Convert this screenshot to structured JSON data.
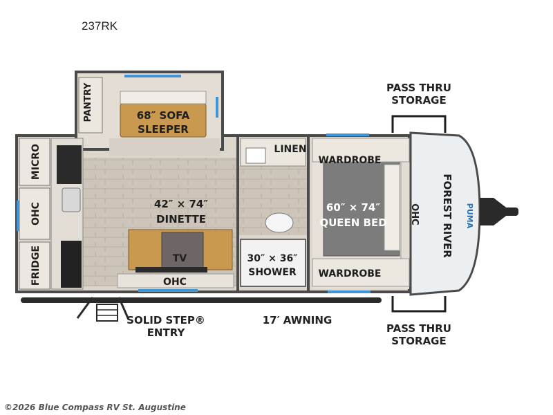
{
  "model": "237RK",
  "labels": {
    "sofa_1": "68″ SOFA",
    "sofa_2": "SLEEPER",
    "pantry": "PANTRY",
    "micro": "MICRO",
    "ohc_left": "OHC",
    "fridge": "FRIDGE",
    "dinette_1": "42″ × 74″",
    "dinette_2": "DINETTE",
    "tv": "TV",
    "ohc_bottom": "OHC",
    "linen": "LINEN",
    "shower_1": "30″ × 36″",
    "shower_2": "SHOWER",
    "wardrobe_top": "WARDROBE",
    "wardrobe_bottom": "WARDROBE",
    "bed_1": "60″ × 74″",
    "bed_2": "QUEEN BED",
    "ohc_right": "OHC",
    "brand": "FOREST RIVER",
    "sub_brand": "PUMA"
  },
  "notes": {
    "pass_thru_top_1": "PASS THRU",
    "pass_thru_top_2": "STORAGE",
    "pass_thru_bottom_1": "PASS THRU",
    "pass_thru_bottom_2": "STORAGE",
    "step_1": "SOLID STEP®",
    "step_2": "ENTRY",
    "awning": "17′ AWNING"
  },
  "footer": "©2026 Blue Compass RV St. Augustine",
  "colors": {
    "wall": "#4a4a4a",
    "floor": "#cfc7bc",
    "cushion": "#c9994f",
    "bed": "#7c7c7c",
    "window": "#3f95d6",
    "cabinet": "#ece7df",
    "nose": "#eceff2"
  }
}
